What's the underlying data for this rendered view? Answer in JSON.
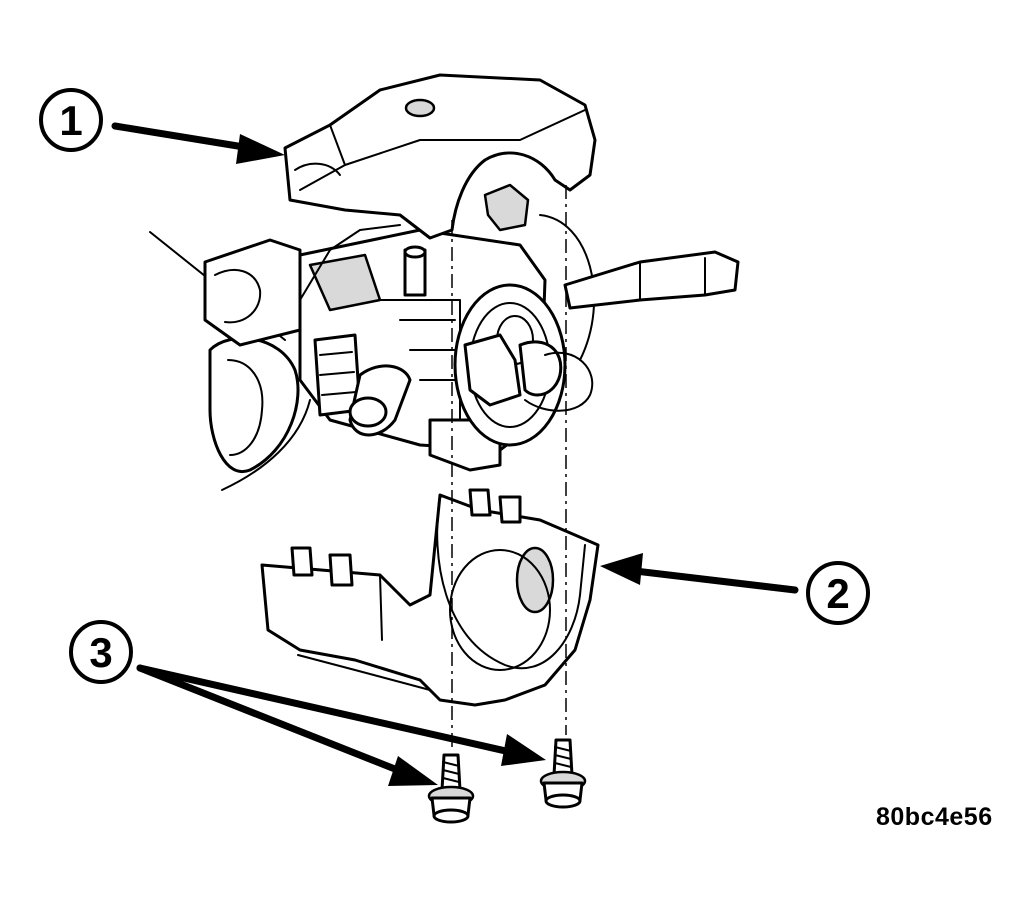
{
  "callouts": [
    {
      "number": "1"
    },
    {
      "number": "2"
    },
    {
      "number": "3"
    }
  ],
  "figure_id": "80bc4e56"
}
